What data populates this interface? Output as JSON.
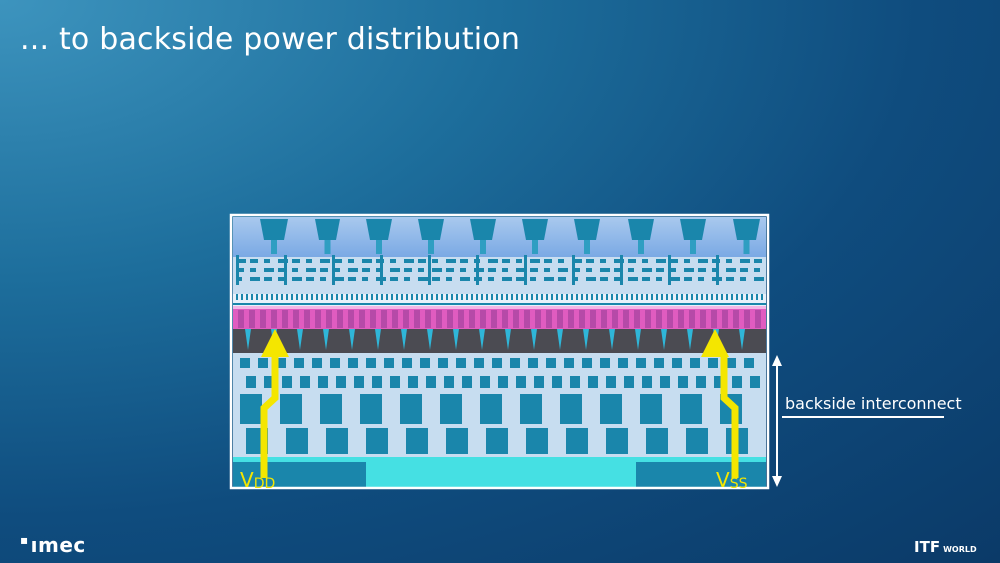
{
  "slide": {
    "title": "... to backside power distribution",
    "backside_label": "backside interconnect",
    "vdd": {
      "main": "V",
      "sub": "DD"
    },
    "vss": {
      "main": "V",
      "sub": "SS"
    }
  },
  "logos": {
    "imec": "ımec",
    "itf": "ITF",
    "itf_sub": "WORLD"
  },
  "colors": {
    "background": "#0f4c7e",
    "light_layer": "#c7ddf0",
    "blue_metal": "#1a86ab",
    "dark_band": "#4b4b52",
    "magenta": "#e05cc0",
    "cyan": "#45e0e3",
    "arrow_yellow": "#f4e600"
  },
  "icons": {
    "arrow_up": "up-arrow-icon",
    "double_arrow": "double-arrow-icon"
  }
}
